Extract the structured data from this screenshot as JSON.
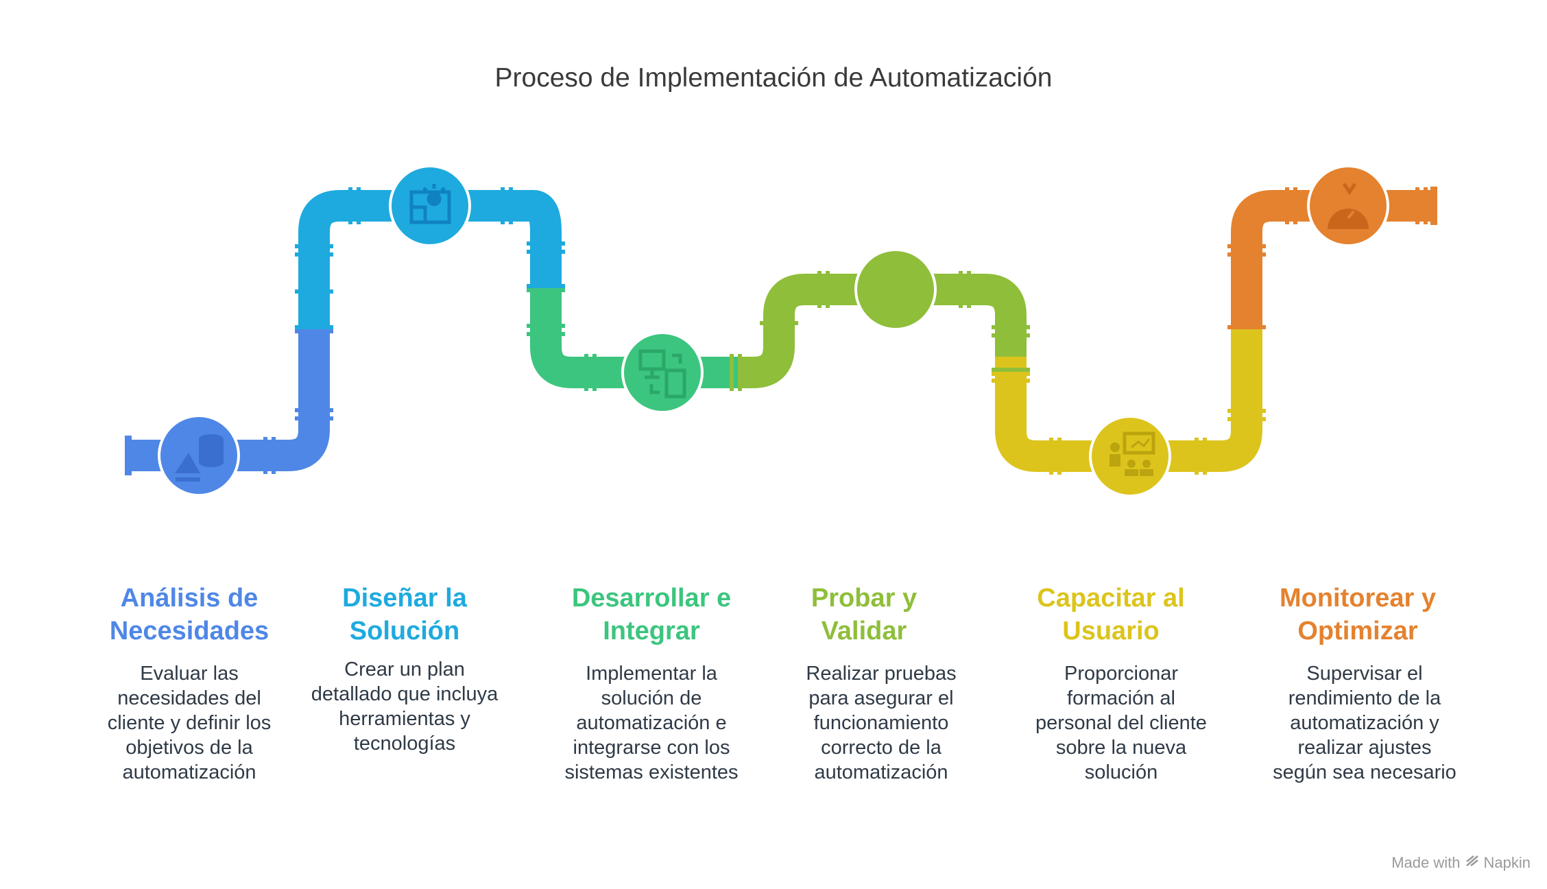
{
  "title": "Proceso de Implementación de Automatización",
  "colors": {
    "blue": "#4f87e6",
    "cyan": "#1eaade",
    "green": "#3cc57e",
    "lime": "#8fbe3a",
    "yellow": "#dcc41c",
    "orange": "#e4822f"
  },
  "steps": [
    {
      "title": "Análisis de\nNecesidades",
      "description": "Evaluar las\nnecesidades del\ncliente y definir los\nobjetivos de la\nautomatización",
      "icon": "database-icon",
      "color": "#4f87e6"
    },
    {
      "title": "Diseñar la\nSolución",
      "description": "Crear un plan\ndetallado que incluya\nherramientas y\ntecnologías",
      "icon": "lightbulb-blueprint-icon",
      "color": "#1eaade"
    },
    {
      "title": "Desarrollar e\nIntegrar",
      "description": "Implementar la\nsolución de\nautomatización e\nintegrarse con los\nsistemas existentes",
      "icon": "devices-sync-icon",
      "color": "#3cc57e"
    },
    {
      "title": "Probar y\nValidar",
      "description": "Realizar pruebas\npara asegurar el\nfuncionamiento\ncorrecto de la\nautomatización",
      "icon": "blank-icon",
      "color": "#8fbe3a"
    },
    {
      "title": "Capacitar al\nUsuario",
      "description": "Proporcionar\nformación al\npersonal del cliente\nsobre la nueva\nsolución",
      "icon": "presentation-icon",
      "color": "#dcc41c"
    },
    {
      "title": "Monitorear y\nOptimizar",
      "description": "Supervisar el\nrendimiento de la\nautomatización y\nrealizar ajustes\nsegún sea necesario",
      "icon": "gauge-icon",
      "color": "#e4822f"
    }
  ],
  "footer": {
    "made_with": "Made with",
    "brand": "Napkin"
  }
}
